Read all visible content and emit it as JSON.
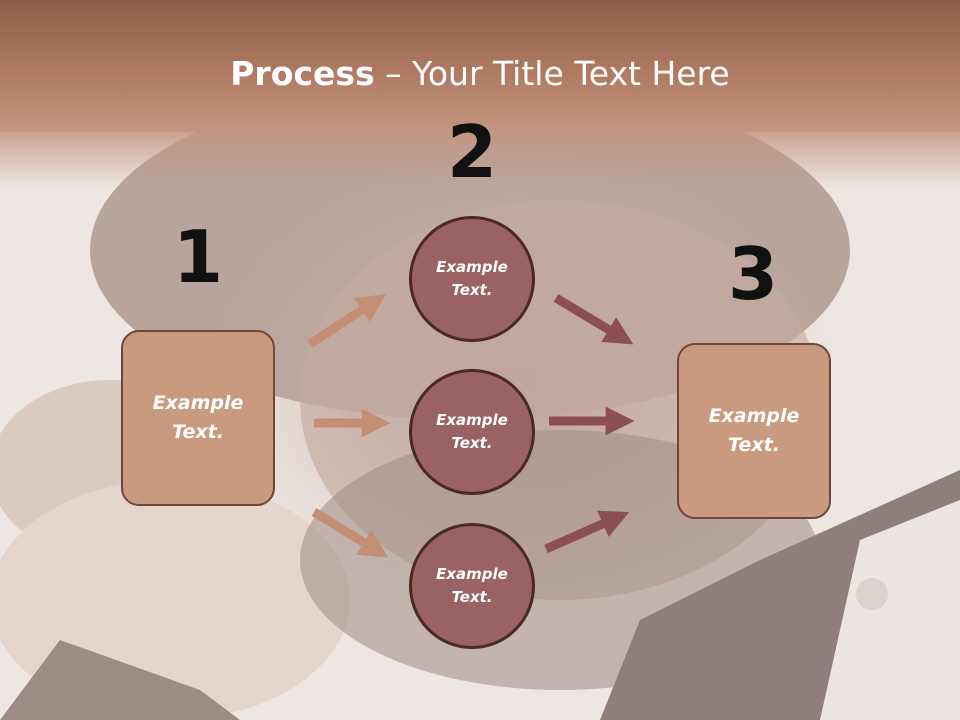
{
  "title": {
    "bold": "Process",
    "rest": " – Your Title Text Here"
  },
  "steps": [
    {
      "number": "1",
      "text": "Example\nText."
    },
    {
      "number": "2"
    },
    {
      "number": "3",
      "text": "Example\nText."
    }
  ],
  "circles": [
    {
      "text": "Example\nText."
    },
    {
      "text": "Example\nText."
    },
    {
      "text": "Example\nText."
    }
  ],
  "colors": {
    "header": "#a26a55",
    "box_fill": "#c99a7f",
    "circle_fill": "#9b6264",
    "arrow_left": "#c48e74",
    "arrow_right": "#8c4f52"
  }
}
